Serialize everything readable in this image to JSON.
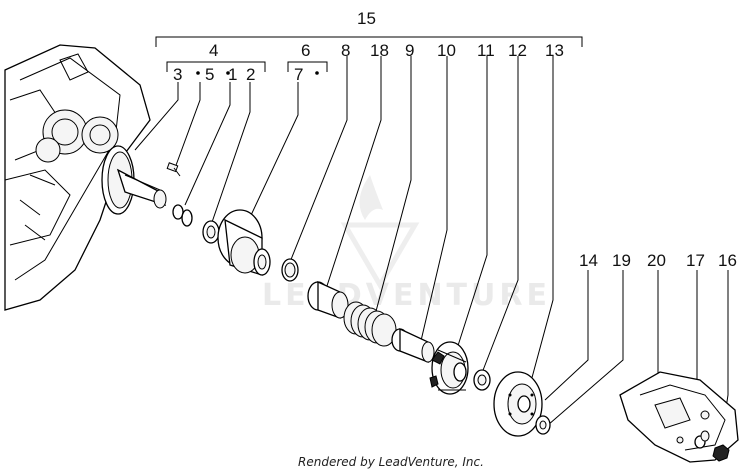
{
  "diagram": {
    "callouts": {
      "c15": "15",
      "c4": "4",
      "c6": "6",
      "c8": "8",
      "c18": "18",
      "c9": "9",
      "c10": "10",
      "c11": "11",
      "c12": "12",
      "c13": "13",
      "c3": "3",
      "c5": "5",
      "c1": "1",
      "c2": "2",
      "c7": "7",
      "c14": "14",
      "c19": "19",
      "c20": "20",
      "c17": "17",
      "c16": "16"
    },
    "watermark": "LEADVENTURE",
    "footer": "Rendered by LeadVenture, Inc."
  }
}
